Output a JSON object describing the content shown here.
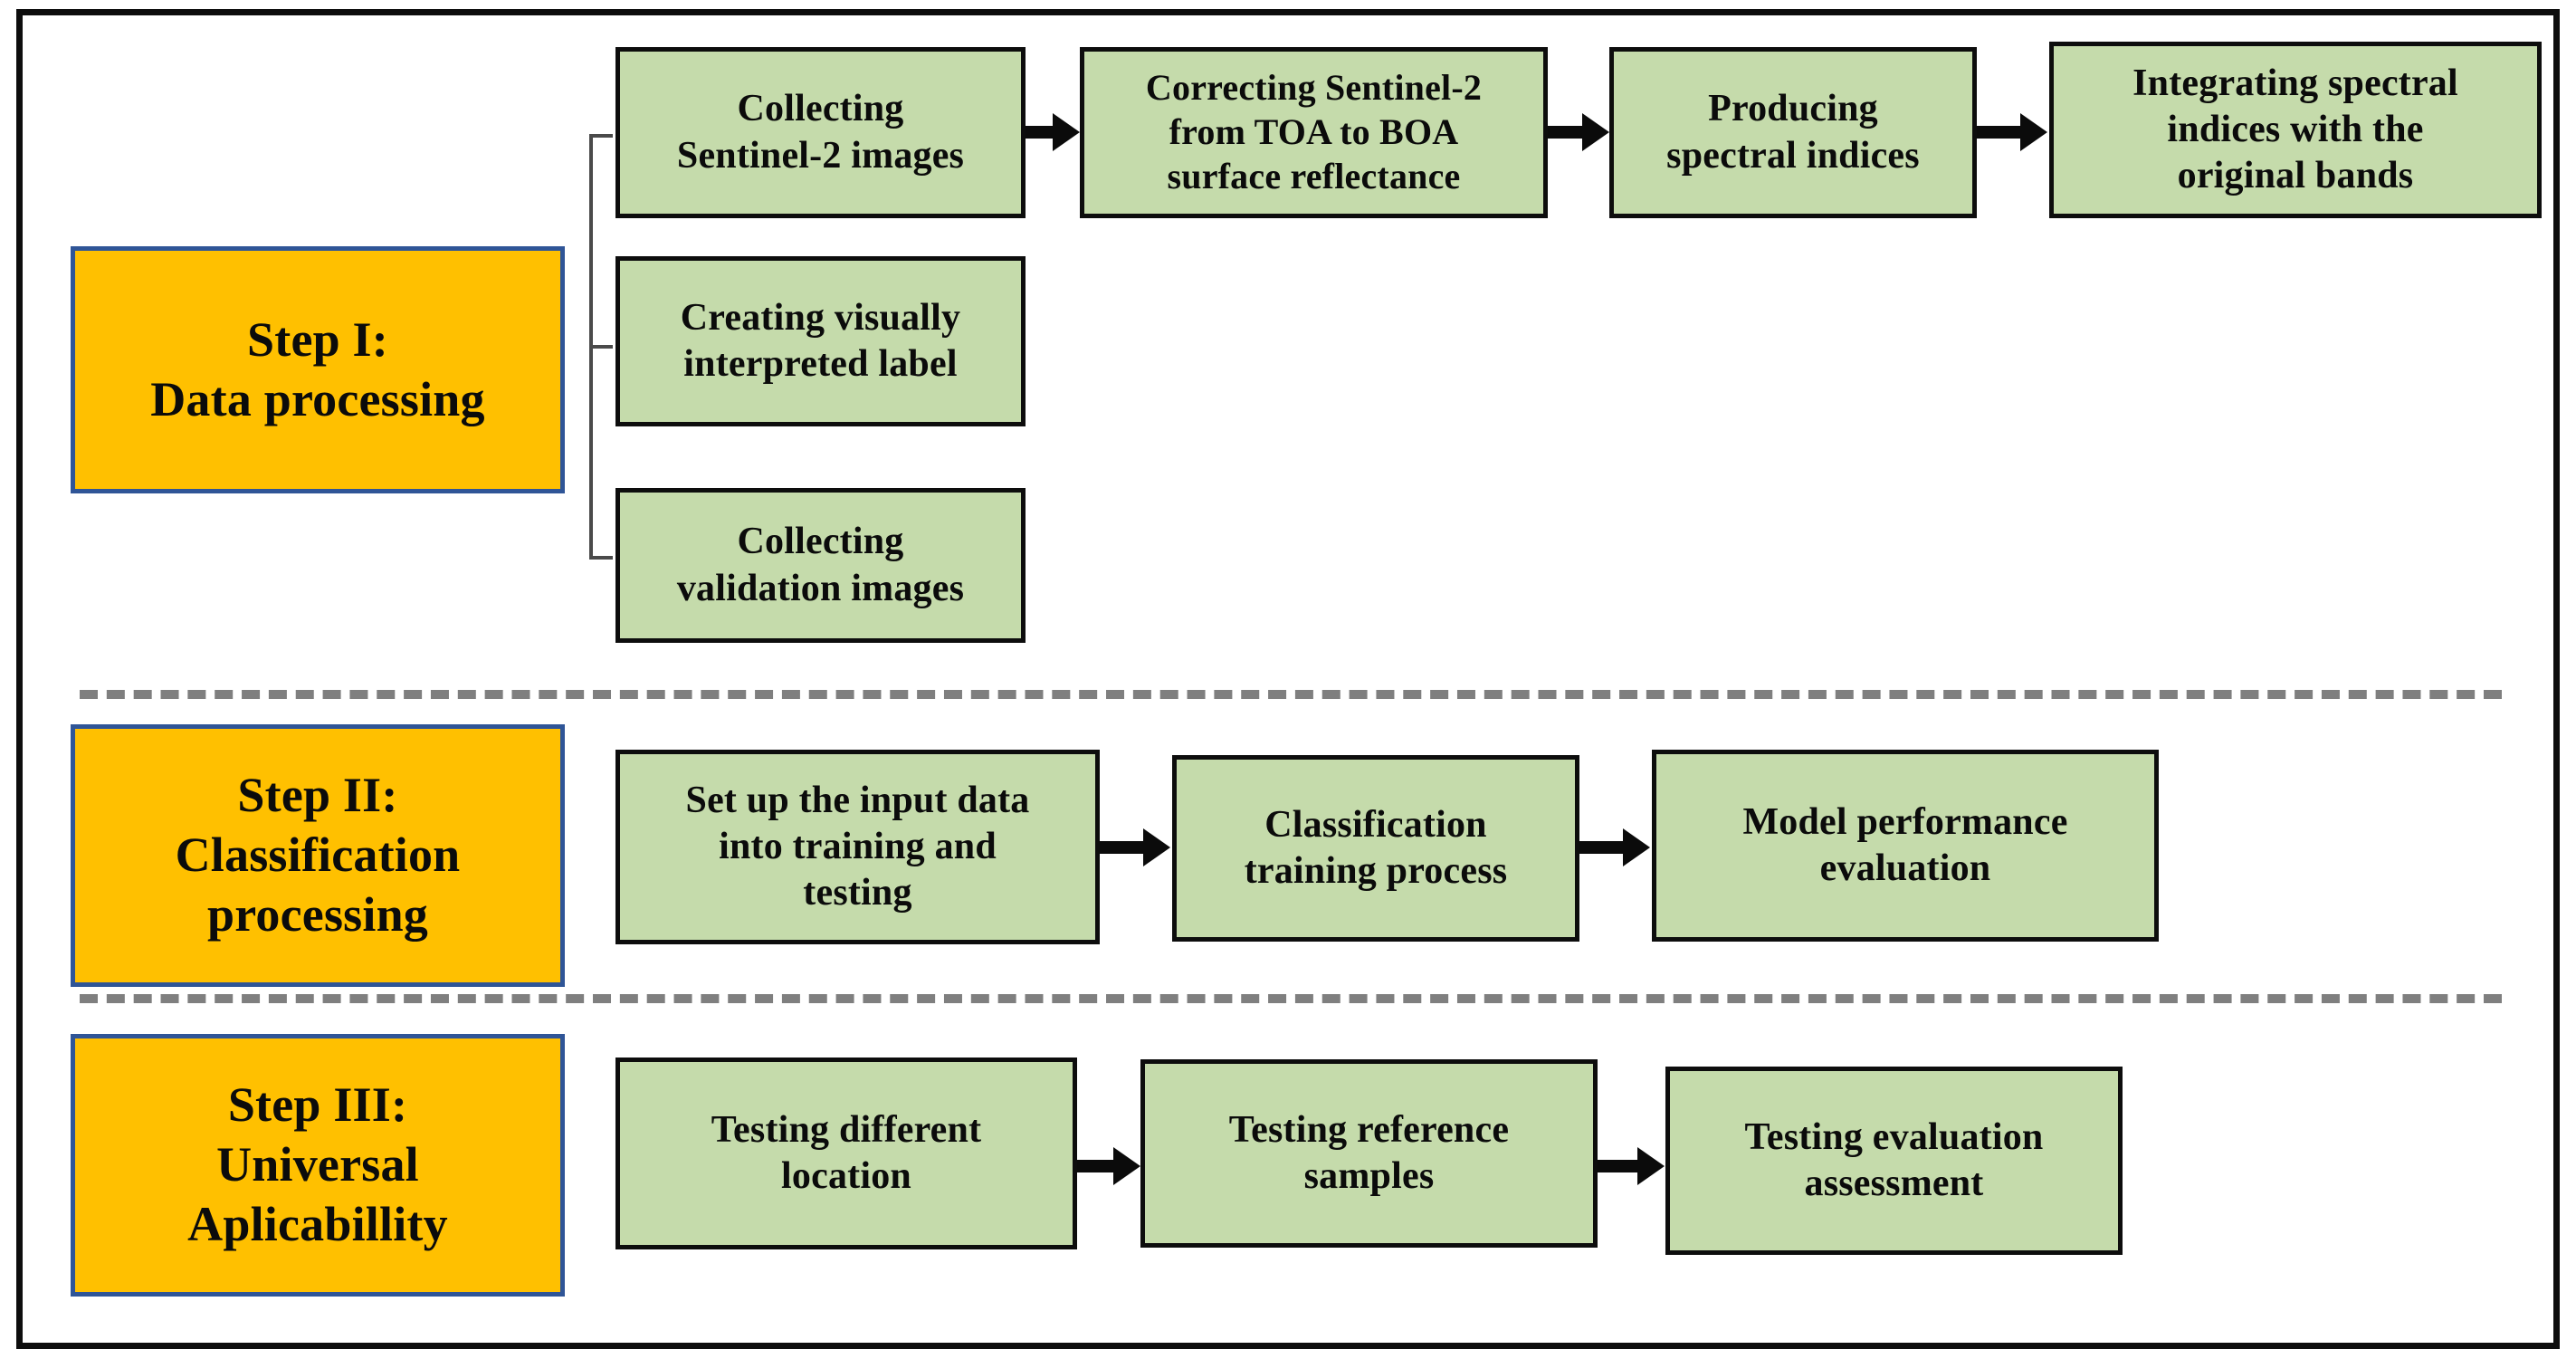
{
  "diagram": {
    "title": "Methodology flowchart",
    "colors": {
      "step_fill": "#FFC000",
      "step_border": "#2F5597",
      "node_fill": "#C5DBAB",
      "node_border": "#0D0D0D",
      "arrow": "#0B0B0B",
      "divider": "#7F7F7F",
      "frame": "#0D0D0D"
    },
    "steps": [
      {
        "id": "step-1",
        "label": "Step I:\nData processing",
        "nodes": [
          {
            "id": "collecting-sentinel-2-images",
            "label": "Collecting\nSentinel-2 images"
          },
          {
            "id": "creating-visually-interpreted-label",
            "label": "Creating visually\ninterpreted label"
          },
          {
            "id": "collecting-validation-images",
            "label": "Collecting\nvalidation  images"
          },
          {
            "id": "correcting-sentinel-2-toa-boa",
            "label": "Correcting Sentinel-2\nfrom TOA to BOA\nsurface reflectance"
          },
          {
            "id": "producing-spectral-indices",
            "label": "Producing\nspectral indices"
          },
          {
            "id": "integrating-spectral-indices",
            "label": "Integrating spectral\nindices with the\noriginal bands"
          }
        ]
      },
      {
        "id": "step-2",
        "label": "Step II:\nClassification\nprocessing",
        "nodes": [
          {
            "id": "set-up-input-data",
            "label": "Set up the input data\ninto training and\ntesting"
          },
          {
            "id": "classification-training-process",
            "label": "Classification\ntraining process"
          },
          {
            "id": "model-performance-evaluation",
            "label": "Model performance\nevaluation"
          }
        ]
      },
      {
        "id": "step-3",
        "label": "Step III:\nUniversal\nAplicabillity",
        "nodes": [
          {
            "id": "testing-different-location",
            "label": "Testing different\nlocation"
          },
          {
            "id": "testing-reference-samples",
            "label": "Testing reference\nsamples"
          },
          {
            "id": "testing-evaluation-assessment",
            "label": "Testing evaluation\nassessment"
          }
        ]
      }
    ]
  }
}
